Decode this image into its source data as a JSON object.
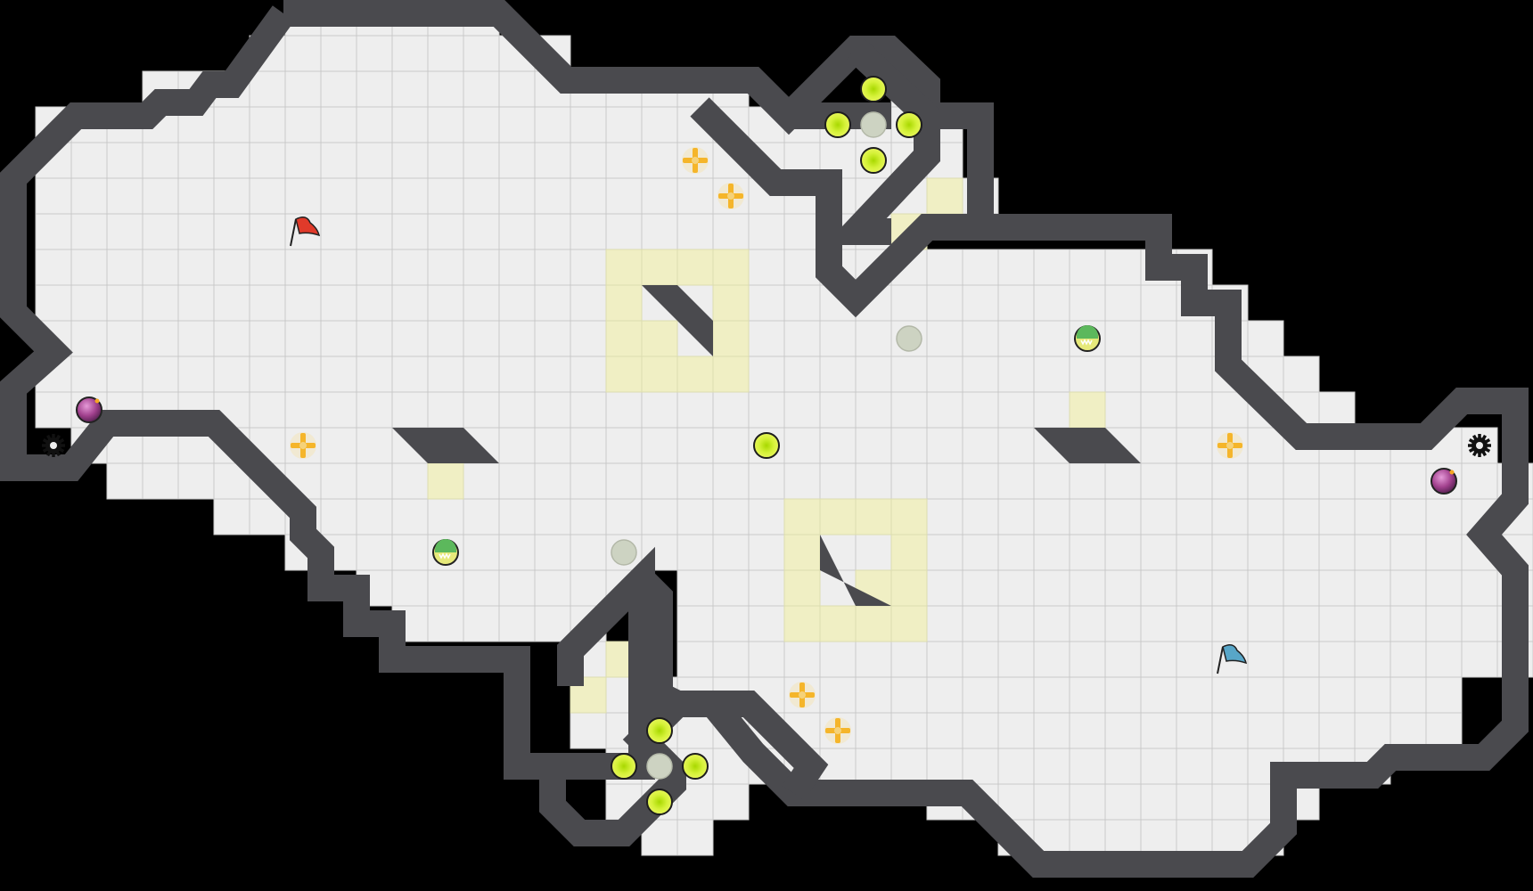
{
  "game": {
    "title": "",
    "map_cols": 43,
    "map_rows": 25
  },
  "colors": {
    "background": "#000000",
    "floor": "#eeeeee",
    "floor_grid": "#c8c8c8",
    "wall": "#4a4a4e",
    "wall_highlight": "#ffffff",
    "boost_tile": "#f0efc4",
    "powerup": "#c8ef1a",
    "powerup_empty": "#cdd3c2",
    "red_team": "#e03a2a",
    "blue_team": "#58a6c8",
    "bomb": "#8b3a7a",
    "booster": "#f5b52a",
    "gate": "#5cb85c"
  },
  "tile_size_label": "40px",
  "entities": {
    "red_flag": {
      "icon": "red-flag-icon",
      "cell": [
        8,
        6
      ]
    },
    "blue_flag": {
      "icon": "blue-flag-icon",
      "cell": [
        34,
        18
      ]
    },
    "spawns": [
      {
        "icon": "gear-icon",
        "cell": [
          1,
          12
        ]
      },
      {
        "icon": "gear-icon",
        "cell": [
          41,
          12
        ]
      }
    ],
    "bombs": [
      {
        "icon": "bomb-icon",
        "cell": [
          2,
          11
        ]
      },
      {
        "icon": "bomb-icon",
        "cell": [
          40,
          13
        ]
      }
    ],
    "boosters": [
      {
        "icon": "booster-icon",
        "cell": [
          19,
          4
        ]
      },
      {
        "icon": "booster-icon",
        "cell": [
          20,
          5
        ]
      },
      {
        "icon": "booster-icon",
        "cell": [
          8,
          12
        ]
      },
      {
        "icon": "booster-icon",
        "cell": [
          34,
          12
        ]
      },
      {
        "icon": "booster-icon",
        "cell": [
          22,
          19
        ]
      },
      {
        "icon": "booster-icon",
        "cell": [
          23,
          20
        ]
      }
    ],
    "gates": [
      {
        "icon": "gate-icon",
        "cell": [
          30,
          9
        ]
      },
      {
        "icon": "gate-icon",
        "cell": [
          12,
          15
        ]
      }
    ],
    "powerups": [
      {
        "state": "active",
        "cell": [
          24,
          2
        ]
      },
      {
        "state": "active",
        "cell": [
          23,
          3
        ]
      },
      {
        "state": "empty",
        "cell": [
          24,
          3
        ]
      },
      {
        "state": "active",
        "cell": [
          25,
          3
        ]
      },
      {
        "state": "active",
        "cell": [
          24,
          4
        ]
      },
      {
        "state": "active",
        "cell": [
          21,
          12
        ]
      },
      {
        "state": "empty",
        "cell": [
          25,
          9
        ]
      },
      {
        "state": "empty",
        "cell": [
          17,
          15
        ]
      },
      {
        "state": "active",
        "cell": [
          18,
          20
        ]
      },
      {
        "state": "active",
        "cell": [
          17,
          21
        ]
      },
      {
        "state": "empty",
        "cell": [
          18,
          21
        ]
      },
      {
        "state": "active",
        "cell": [
          19,
          21
        ]
      },
      {
        "state": "active",
        "cell": [
          18,
          22
        ]
      }
    ]
  }
}
